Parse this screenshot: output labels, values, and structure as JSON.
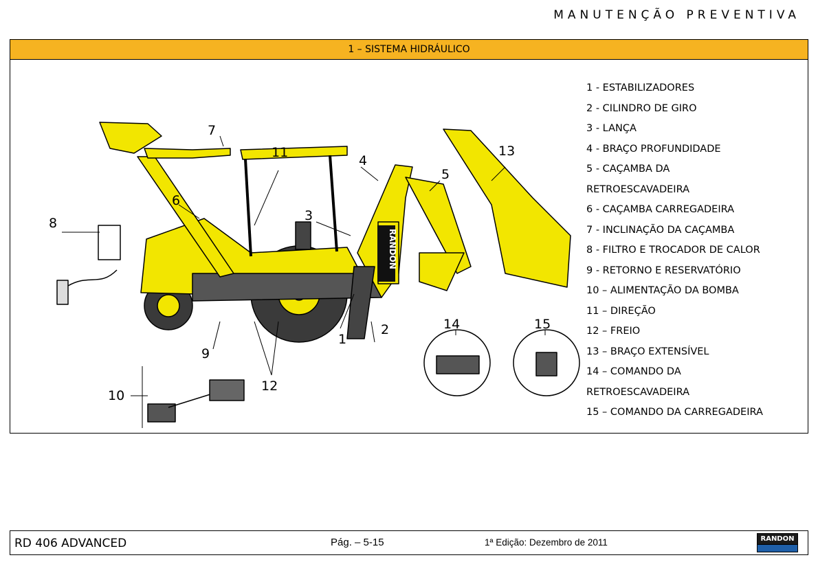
{
  "header": {
    "title": "MANUTENÇÃO PREVENTIVA"
  },
  "section": {
    "title": "1 – SISTEMA HIDRÁULICO"
  },
  "figure": {
    "callouts": [
      "1",
      "2",
      "3",
      "4",
      "5",
      "6",
      "7",
      "8",
      "9",
      "10",
      "11",
      "12",
      "13",
      "14",
      "15"
    ],
    "decal": "RANDON"
  },
  "legend": [
    "1  - ESTABILIZADORES",
    "2  - CILINDRO DE GIRO",
    "3  -  LANÇA",
    "4  -  BRAÇO PROFUNDIDADE",
    "5  -  CAÇAMBA DA",
    "RETROESCAVADEIRA",
    "6  -  CAÇAMBA CARREGADEIRA",
    "7  -  INCLINAÇÃO DA CAÇAMBA",
    "8  -  FILTRO E TROCADOR DE CALOR",
    "9   - RETORNO E RESERVATÓRIO",
    "10 – ALIMENTAÇÃO DA BOMBA",
    "11 – DIREÇÃO",
    "12 – FREIO",
    "13 – BRAÇO EXTENSÍVEL",
    "14 – COMANDO DA",
    "RETROESCAVADEIRA",
    "15 – COMANDO DA CARREGADEIRA"
  ],
  "footer": {
    "model": "RD 406 ADVANCED",
    "page": "Pág. – 5-15",
    "edition": "1ª Edição: Dezembro de 2011",
    "logo": "RANDON"
  },
  "colors": {
    "section_bar": "#f6b321",
    "machine_yellow": "#f2e600",
    "logo_blue": "#1f5fa8"
  }
}
